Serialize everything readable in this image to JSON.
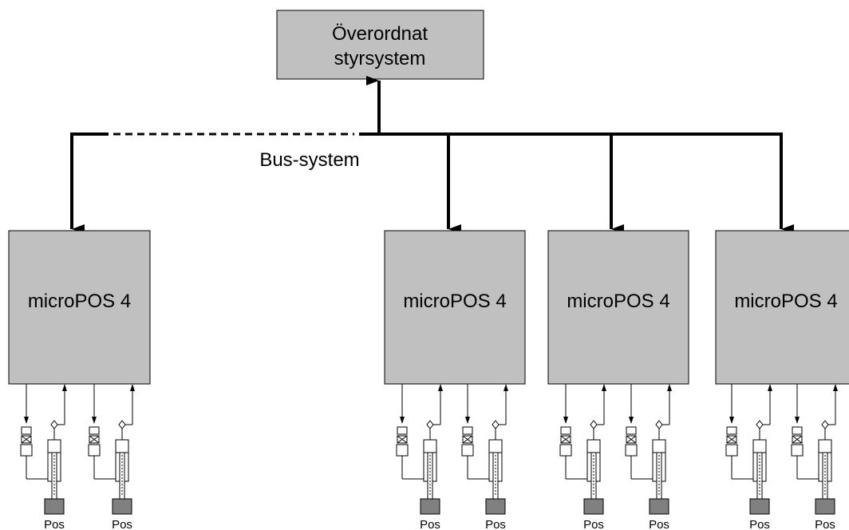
{
  "controller": {
    "line1": "Överordnat",
    "line2": "styrsystem"
  },
  "bus": {
    "label": "Bus-system"
  },
  "modules": [
    {
      "label": "microPOS 4",
      "pos_labels": [
        "Pos",
        "Pos"
      ]
    },
    {
      "label": "microPOS 4",
      "pos_labels": [
        "Pos",
        "Pos"
      ]
    },
    {
      "label": "microPOS 4",
      "pos_labels": [
        "Pos",
        "Pos"
      ]
    },
    {
      "label": "microPOS 4",
      "pos_labels": [
        "Pos",
        "Pos"
      ]
    }
  ],
  "colors": {
    "box_fill": "#c0c0c0",
    "stroke": "#000000",
    "weight_fill": "#808080"
  }
}
